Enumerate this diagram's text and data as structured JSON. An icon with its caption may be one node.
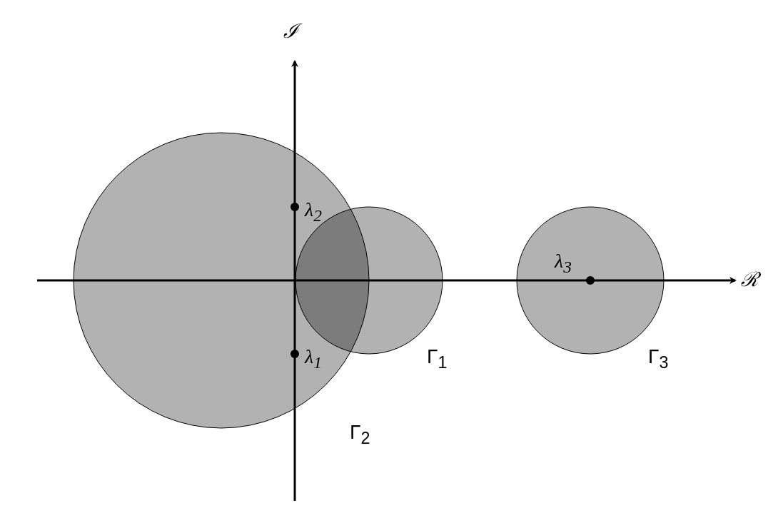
{
  "diagram": {
    "labels": [
      "ℐ",
      "λ$_{2}$",
      "λ$_{3}$",
      "ℛ",
      "λ$_{1}$",
      "Γ$_{1}$",
      "Γ$_{3}$",
      "Γ$_{2}$"
    ]
  }
}
